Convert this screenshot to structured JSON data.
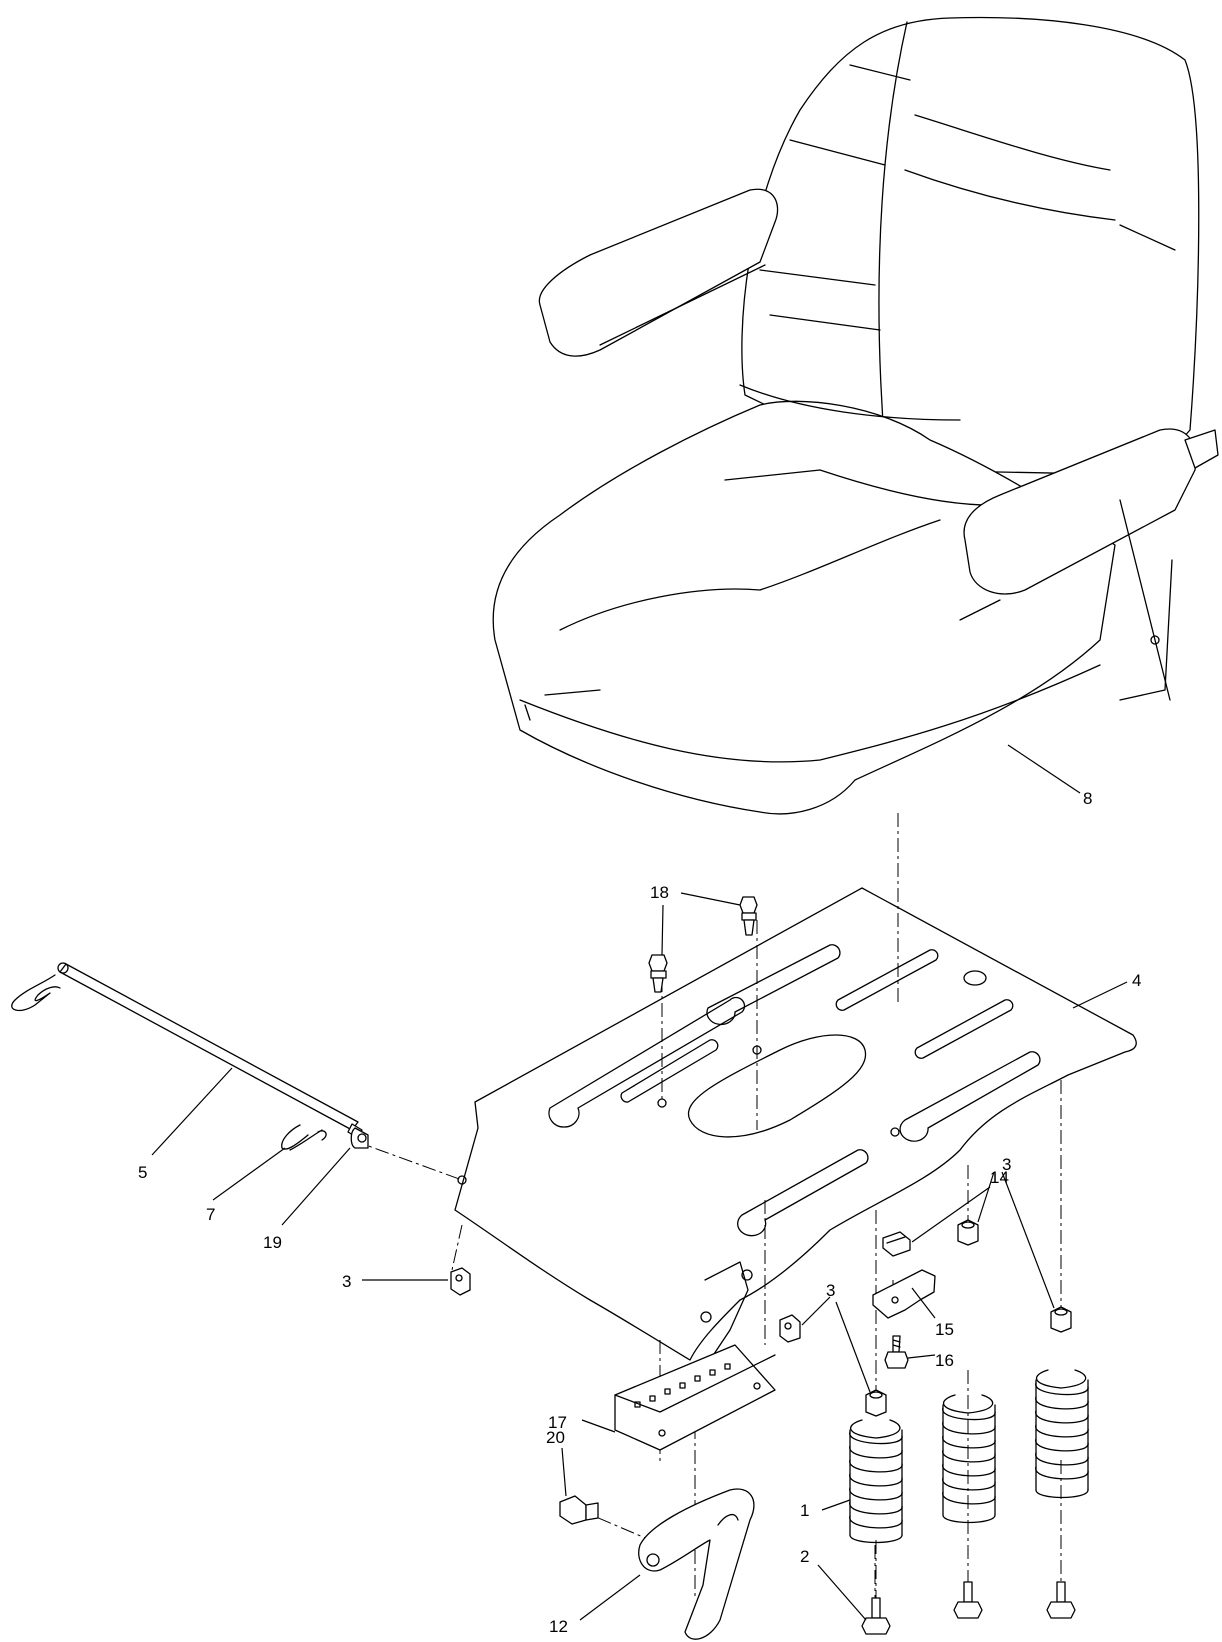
{
  "callouts": [
    {
      "id": "c1",
      "label": "1"
    },
    {
      "id": "c2",
      "label": "2"
    },
    {
      "id": "c3a",
      "label": "3"
    },
    {
      "id": "c3b",
      "label": "3"
    },
    {
      "id": "c3c",
      "label": "3"
    },
    {
      "id": "c4",
      "label": "4"
    },
    {
      "id": "c5",
      "label": "5"
    },
    {
      "id": "c7",
      "label": "7"
    },
    {
      "id": "c8",
      "label": "8"
    },
    {
      "id": "c12",
      "label": "12"
    },
    {
      "id": "c14",
      "label": "14"
    },
    {
      "id": "c15",
      "label": "15"
    },
    {
      "id": "c16",
      "label": "16"
    },
    {
      "id": "c17",
      "label": "17"
    },
    {
      "id": "c18",
      "label": "18"
    },
    {
      "id": "c19",
      "label": "19"
    },
    {
      "id": "c20",
      "label": "20"
    }
  ]
}
